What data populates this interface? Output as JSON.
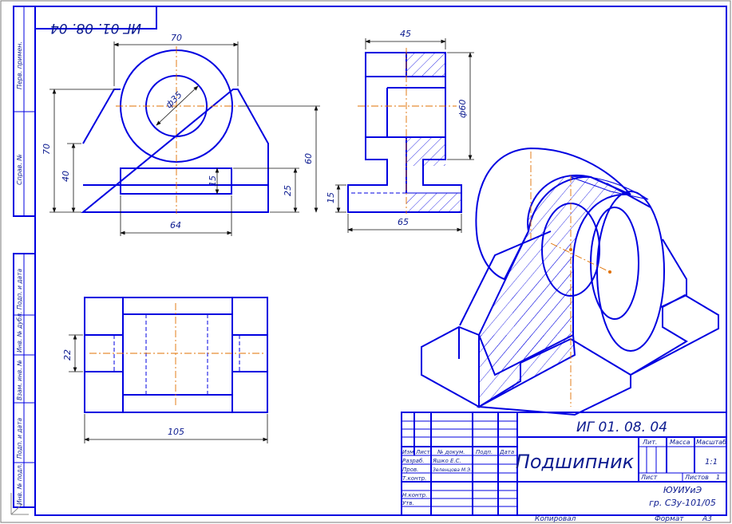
{
  "drawing": {
    "designation": "ИГ 01. 08. 04",
    "designation_mirrored": "ИГ 01. 08. 04",
    "part_name": "Подшипник"
  },
  "dimensions": {
    "front_width": "70",
    "bore_diameter": "ф35",
    "front_height_total": "70",
    "front_height_40": "40",
    "base_width": "64",
    "slot_height": "15",
    "height_25": "25",
    "height_60": "60",
    "side_width": "45",
    "side_diameter": "ф60",
    "side_base_height": "15",
    "side_base_width": "65",
    "top_width": "105",
    "top_depth": "22"
  },
  "side_stamps": [
    "Перв. примен.",
    "Справ. №",
    "Подп. и дата",
    "Инв. № дубл.",
    "Взам. инв. №",
    "Подп. и дата",
    "Инв. № подл."
  ],
  "title_block": {
    "headers": {
      "izm": "Изм.",
      "list": "Лист",
      "doc": "№ докум.",
      "sign": "Подп.",
      "date": "Дата",
      "lit": "Лит.",
      "mass": "Масса",
      "scale": "Масштаб",
      "sheet": "Лист",
      "sheets": "Листов"
    },
    "roles": {
      "developed": "Разраб.",
      "checked": "Пров.",
      "tech": "Т.контр.",
      "norm": "Н.контр.",
      "approved": "Утв."
    },
    "names": {
      "developer": "Яшко Е.С.",
      "checker": "Зеленцова М.Э."
    },
    "scale_value": "1:1",
    "sheets_value": "1",
    "organization": "ЮУИУиЭ",
    "group": "гр. СЗу-101/05",
    "copied": "Копировал",
    "format_label": "Формат",
    "format_value": "А3"
  }
}
